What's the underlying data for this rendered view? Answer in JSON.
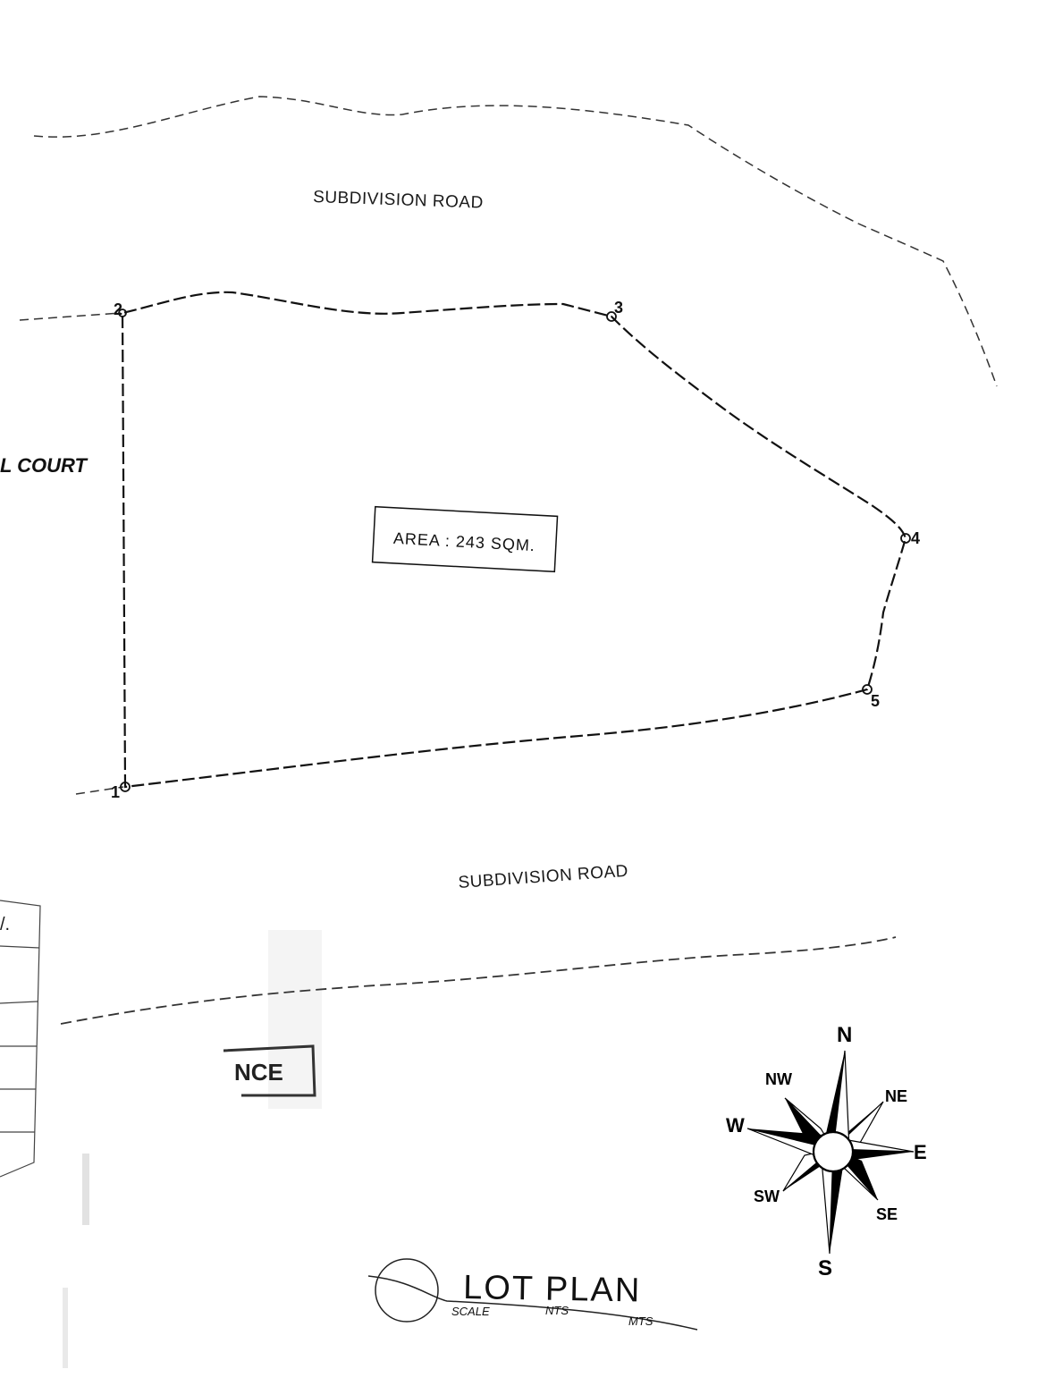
{
  "roads": {
    "north_label": "SUBDIVISION ROAD",
    "south_label": "SUBDIVISION ROAD",
    "court_label": "L COURT"
  },
  "lot": {
    "area_label": "AREA : 243 SQM.",
    "corners": [
      "1",
      "2",
      "3",
      "4",
      "5"
    ]
  },
  "stamp": {
    "partial_text": "NCE"
  },
  "compass": {
    "n": "N",
    "ne": "NE",
    "e": "E",
    "se": "SE",
    "s": "S",
    "sw": "SW",
    "w": "W",
    "nw": "NW"
  },
  "title_block": {
    "title": "LOT PLAN",
    "scale_label": "SCALE",
    "nts": "NTS",
    "mts": "MTS"
  },
  "table_fragment": {
    "header": "/."
  }
}
